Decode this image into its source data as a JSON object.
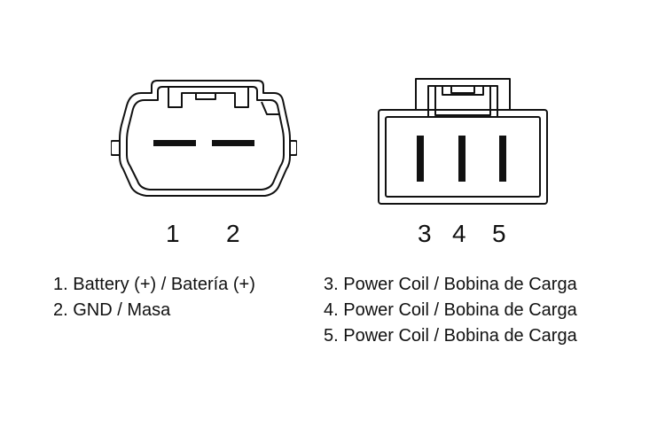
{
  "connectors": [
    {
      "name": "2-pin connector",
      "pins": [
        "1",
        "2"
      ],
      "legend": [
        "1. Battery (+) / Batería (+)",
        "2. GND / Masa"
      ]
    },
    {
      "name": "3-pin connector",
      "pins": [
        "3",
        "4",
        "5"
      ],
      "legend": [
        "3. Power Coil / Bobina de Carga",
        "4. Power Coil / Bobina de Carga",
        "5. Power Coil / Bobina de Carga"
      ]
    }
  ],
  "colors": {
    "line": "#111111",
    "background": "#ffffff"
  }
}
